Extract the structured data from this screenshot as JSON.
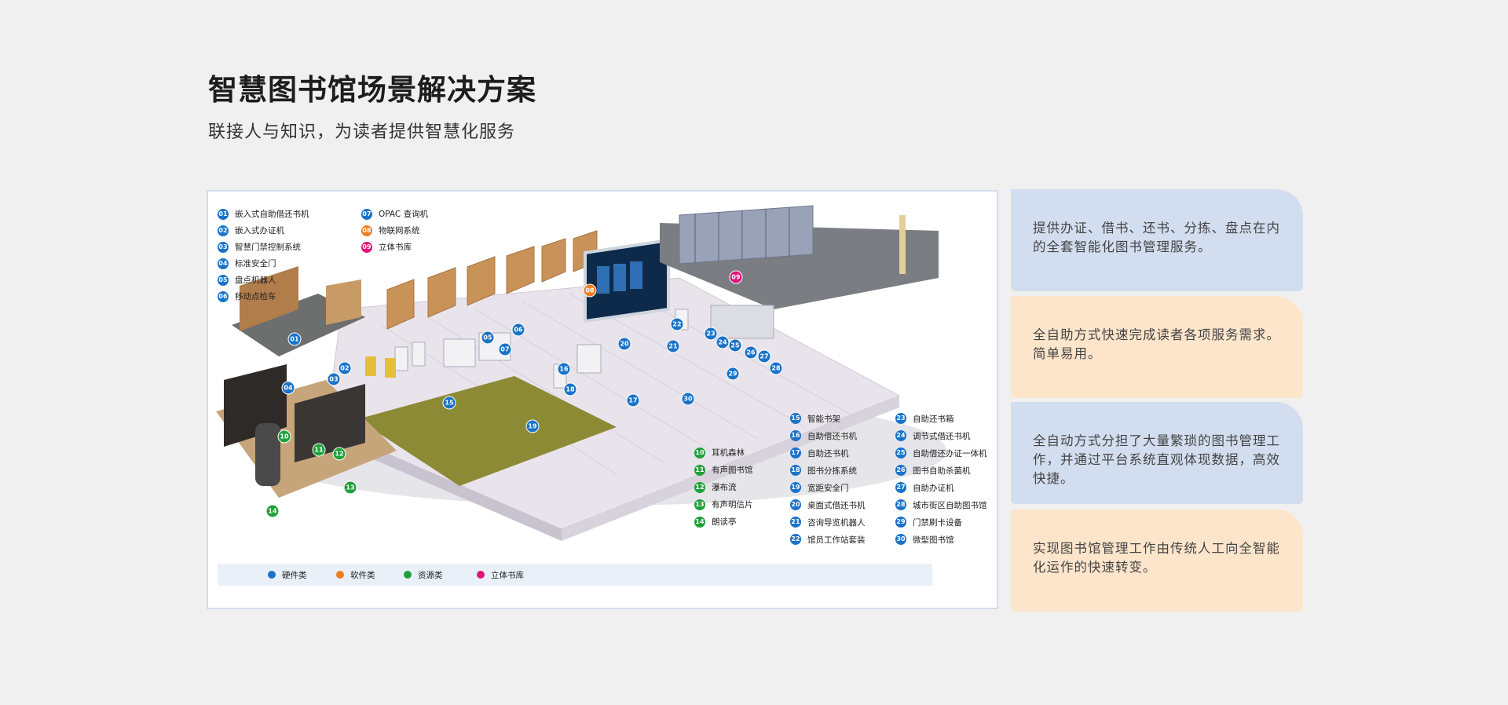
{
  "header": {
    "title": "智慧图书馆场景解决方案",
    "subtitle": "联接人与知识，为读者提供智慧化服务"
  },
  "colors": {
    "hardware": "#1a73c8",
    "software": "#ef7d22",
    "resource": "#1fa13a",
    "stereo": "#e0147a"
  },
  "legend_top_left": [
    {
      "num": "01",
      "label": "嵌入式自助借还书机",
      "color": "#1a73c8"
    },
    {
      "num": "02",
      "label": "嵌入式办证机",
      "color": "#1a73c8"
    },
    {
      "num": "03",
      "label": "智慧门禁控制系统",
      "color": "#1a73c8"
    },
    {
      "num": "04",
      "label": "标准安全门",
      "color": "#1a73c8"
    },
    {
      "num": "05",
      "label": "盘点机器人",
      "color": "#1a73c8"
    },
    {
      "num": "06",
      "label": "移动点检车",
      "color": "#1a73c8"
    }
  ],
  "legend_top_right": [
    {
      "num": "07",
      "label": "OPAC 查询机",
      "color": "#1a73c8"
    },
    {
      "num": "08",
      "label": "物联网系统",
      "color": "#ef7d22"
    },
    {
      "num": "09",
      "label": "立体书库",
      "color": "#e0147a"
    }
  ],
  "legend_bottom_col1": [
    {
      "num": "10",
      "label": "耳机森林",
      "color": "#1fa13a"
    },
    {
      "num": "11",
      "label": "有声图书馆",
      "color": "#1fa13a"
    },
    {
      "num": "12",
      "label": "瀑布流",
      "color": "#1fa13a"
    },
    {
      "num": "13",
      "label": "有声明信片",
      "color": "#1fa13a"
    },
    {
      "num": "14",
      "label": "朗读亭",
      "color": "#1fa13a"
    }
  ],
  "legend_bottom_col2": [
    {
      "num": "15",
      "label": "智能书架",
      "color": "#1a73c8"
    },
    {
      "num": "16",
      "label": "自助借还书机",
      "color": "#1a73c8"
    },
    {
      "num": "17",
      "label": "自助还书机",
      "color": "#1a73c8"
    },
    {
      "num": "18",
      "label": "图书分拣系统",
      "color": "#1a73c8"
    },
    {
      "num": "19",
      "label": "宽距安全门",
      "color": "#1a73c8"
    },
    {
      "num": "20",
      "label": "桌面式借还书机",
      "color": "#1a73c8"
    },
    {
      "num": "21",
      "label": "咨询导览机器人",
      "color": "#1a73c8"
    },
    {
      "num": "22",
      "label": "馆员工作站套装",
      "color": "#1a73c8"
    }
  ],
  "legend_bottom_col3": [
    {
      "num": "23",
      "label": "自助还书箱",
      "color": "#1a73c8"
    },
    {
      "num": "24",
      "label": "调节式借还书机",
      "color": "#1a73c8"
    },
    {
      "num": "25",
      "label": "自助借还办证一体机",
      "color": "#1a73c8"
    },
    {
      "num": "26",
      "label": "图书自助杀菌机",
      "color": "#1a73c8"
    },
    {
      "num": "27",
      "label": "自助办证机",
      "color": "#1a73c8"
    },
    {
      "num": "28",
      "label": "城市街区自助图书馆",
      "color": "#1a73c8"
    },
    {
      "num": "29",
      "label": "门禁刷卡设备",
      "color": "#1a73c8"
    },
    {
      "num": "30",
      "label": "微型图书馆",
      "color": "#1a73c8"
    }
  ],
  "categories": [
    {
      "label": "硬件类",
      "color": "#1a73c8"
    },
    {
      "label": "软件类",
      "color": "#ef7d22"
    },
    {
      "label": "资源类",
      "color": "#1fa13a"
    },
    {
      "label": "立体书库",
      "color": "#e0147a"
    }
  ],
  "scene_markers": [
    {
      "num": "01",
      "color": "#1a73c8"
    },
    {
      "num": "02",
      "color": "#1a73c8"
    },
    {
      "num": "03",
      "color": "#1a73c8"
    },
    {
      "num": "04",
      "color": "#1a73c8"
    },
    {
      "num": "05",
      "color": "#1a73c8"
    },
    {
      "num": "06",
      "color": "#1a73c8"
    },
    {
      "num": "07",
      "color": "#1a73c8"
    },
    {
      "num": "08",
      "color": "#ef7d22"
    },
    {
      "num": "09",
      "color": "#e0147a"
    },
    {
      "num": "10",
      "color": "#1fa13a"
    },
    {
      "num": "11",
      "color": "#1fa13a"
    },
    {
      "num": "12",
      "color": "#1fa13a"
    },
    {
      "num": "13",
      "color": "#1fa13a"
    },
    {
      "num": "14",
      "color": "#1fa13a"
    },
    {
      "num": "15",
      "color": "#1a73c8"
    },
    {
      "num": "16",
      "color": "#1a73c8"
    },
    {
      "num": "17",
      "color": "#1a73c8"
    },
    {
      "num": "18",
      "color": "#1a73c8"
    },
    {
      "num": "19",
      "color": "#1a73c8"
    },
    {
      "num": "20",
      "color": "#1a73c8"
    },
    {
      "num": "21",
      "color": "#1a73c8"
    },
    {
      "num": "22",
      "color": "#1a73c8"
    },
    {
      "num": "23",
      "color": "#1a73c8"
    },
    {
      "num": "24",
      "color": "#1a73c8"
    },
    {
      "num": "25",
      "color": "#1a73c8"
    },
    {
      "num": "26",
      "color": "#1a73c8"
    },
    {
      "num": "27",
      "color": "#1a73c8"
    },
    {
      "num": "28",
      "color": "#1a73c8"
    },
    {
      "num": "29",
      "color": "#1a73c8"
    },
    {
      "num": "30",
      "color": "#1a73c8"
    }
  ],
  "cards": [
    {
      "text": "提供办证、借书、还书、分拣、盘点在内的全套智能化图书管理服务。",
      "style": "blue"
    },
    {
      "text": "全自助方式快速完成读者各项服务需求。简单易用。",
      "style": "orange"
    },
    {
      "text": "全自动方式分担了大量繁琐的图书管理工作，并通过平台系统直观体现数据，高效快捷。",
      "style": "blue"
    },
    {
      "text": "实现图书馆管理工作由传统人工向全智能化运作的快速转变。",
      "style": "orange"
    }
  ]
}
